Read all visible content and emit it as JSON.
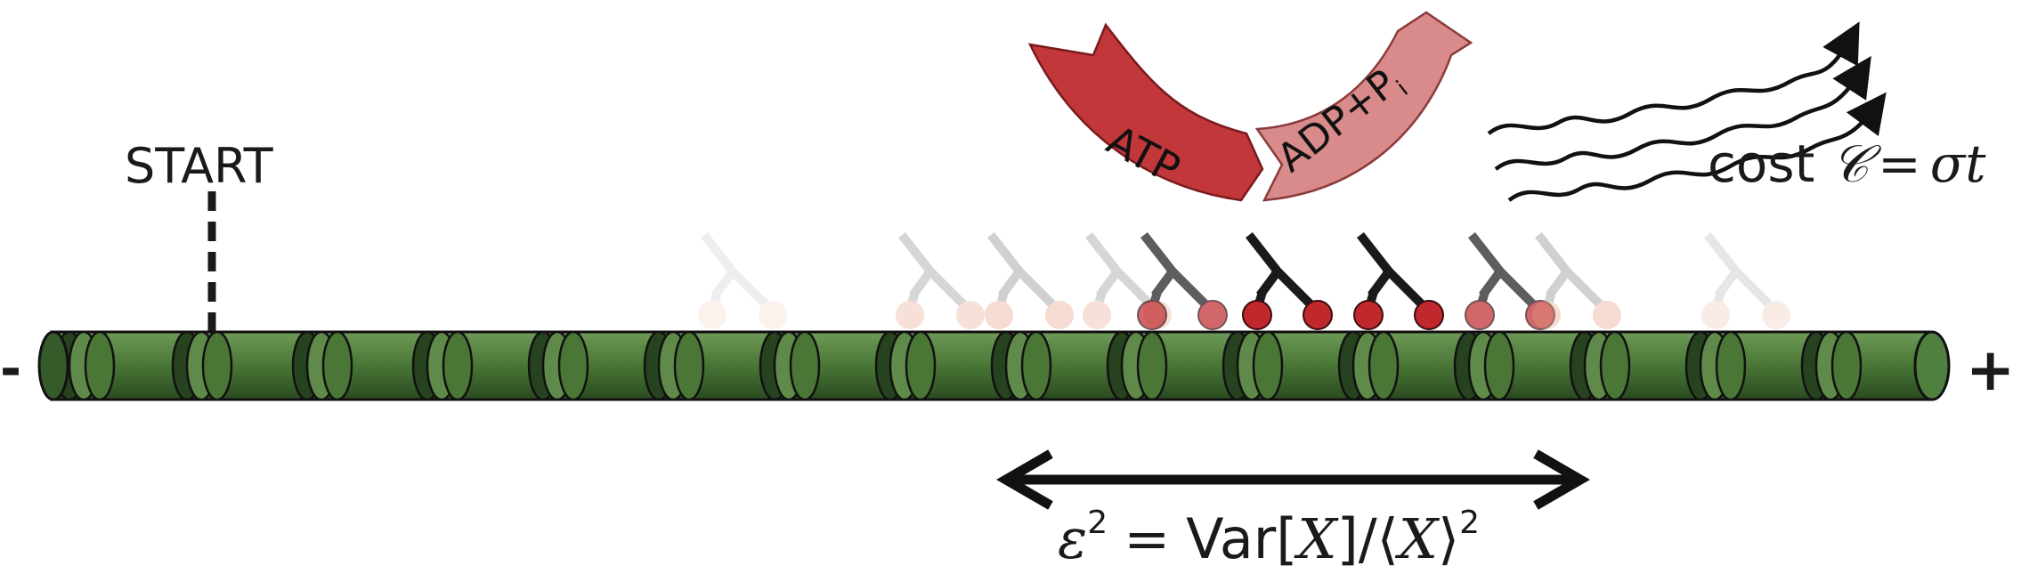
{
  "labels": {
    "start": "START",
    "minus_end": "-",
    "plus_end": "+",
    "atp": "ATP",
    "adp": "ADP+P",
    "adp_sub": "i",
    "cost_word": "cost",
    "cost_symbol": "𝒞",
    "equals": "=",
    "cost_sigma": "σ",
    "cost_t": "t"
  },
  "precision": {
    "epsilon": "ε",
    "eps_power": "2",
    "equals": "=",
    "var_text": "Var[",
    "var_x": "X",
    "var_close": "]/⟨",
    "mean_x": "X",
    "mean_close": "⟩",
    "mean_power": "2"
  },
  "colors": {
    "tube_dark": "#1f3a1a",
    "tube_mid": "#4d7a3c",
    "tube_light": "#6e9a5a",
    "motor_head": "#c0282d",
    "atp_arrow": "#c1373a",
    "adp_arrow": "#d98a8a",
    "ink": "#1a1a1a"
  },
  "motor_trail": {
    "opacities": [
      0.12,
      0.3,
      0.35,
      0.3,
      0.7,
      1.0,
      1.0,
      0.7,
      0.35,
      0.18
    ]
  },
  "icons": [
    "wavy-heat-arrow-icon",
    "atp-arrow-icon",
    "adp-arrow-icon",
    "double-headed-arrow-icon"
  ]
}
